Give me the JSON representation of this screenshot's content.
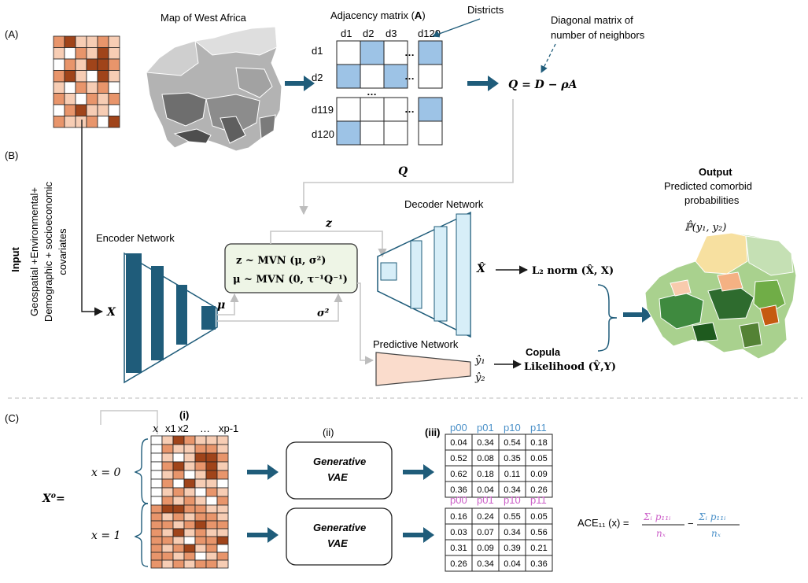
{
  "panels": {
    "a": "(A)",
    "b": "(B)",
    "c": "(C)"
  },
  "section_a": {
    "map_title": "Map of West Africa",
    "adj_title_pre": "Adjacency matrix (",
    "adj_title_bold": "A",
    "adj_title_post": ")",
    "col_labels": [
      "d1",
      "d2",
      "d3",
      "d120"
    ],
    "row_labels": [
      "d1",
      "d2",
      "d119",
      "d120"
    ],
    "ellipsis": "…",
    "districts_label": "Districts",
    "diag_label_1": "Diagonal matrix of",
    "diag_label_2": "number of neighbors",
    "q_equation": "Q = D − ρA"
  },
  "section_b": {
    "q_label": "Q",
    "input_label": "Input",
    "covariates_1": "Geospatial +Environmental+",
    "covariates_2": "Demographic + socioeconomic",
    "covariates_3": "covariates",
    "x_label": "X",
    "encoder_title": "Encoder Network",
    "z_label": "z",
    "mvn_line1": "z ~ MVN (μ, σ²)",
    "mvn_line2": "μ ~ MVN (0, τ⁻¹Q⁻¹)",
    "mu_label": "μ",
    "sigma_label": "σ²",
    "decoder_title": "Decoder Network",
    "xhat_label": "X̂",
    "l2_label": "L₂ norm (X̂, X)",
    "predictive_title": "Predictive Network",
    "y1_label": "ŷ₁",
    "y2_label": "ŷ₂",
    "copula_1": "Copula",
    "copula_2": "Likelihood (Ŷ,Y)",
    "output_title": "Output",
    "output_sub1": "Predicted comorbid",
    "output_sub2": "probabilities",
    "output_formula": "ℙ̂(y₁, y₂)"
  },
  "section_c": {
    "step_i": "(i)",
    "step_ii": "(ii)",
    "step_iii": "(iii)",
    "x_header": "x",
    "col_headers": [
      "x1",
      "x2",
      "…",
      "xp-1"
    ],
    "x0_label": "x = 0",
    "x1_label": "x = 1",
    "X0_label": "X⁰=",
    "generative_1": "Generative",
    "generative_2": "VAE",
    "prob_headers": [
      "p00",
      "p01",
      "p10",
      "p11"
    ],
    "table_top": [
      [
        "0.04",
        "0.34",
        "0.54",
        "0.18"
      ],
      [
        "0.52",
        "0.08",
        "0.35",
        "0.05"
      ],
      [
        "0.62",
        "0.18",
        "0.11",
        "0.09"
      ],
      [
        "0.36",
        "0.04",
        "0.34",
        "0.26"
      ]
    ],
    "table_bottom": [
      [
        "0.16",
        "0.24",
        "0.55",
        "0.05"
      ],
      [
        "0.03",
        "0.07",
        "0.34",
        "0.56"
      ],
      [
        "0.31",
        "0.09",
        "0.39",
        "0.21"
      ],
      [
        "0.26",
        "0.34",
        "0.04",
        "0.36"
      ]
    ],
    "ace_label": "ACE₁₁ (x) =",
    "ace_num": "Σᵢ p₁₁ᵢ",
    "ace_den": "nₓ",
    "ace_minus": "−"
  },
  "colors": {
    "arrow": "#1f5c7a",
    "encoder": "#1f5c7a",
    "decoder_fill": "#d7eef8",
    "blue_cell": "#9dc3e6",
    "predictive": "#fadccc",
    "mvn_fill": "#eef5e6",
    "pink": "#cc5fc8",
    "blue_text": "#4a90c8",
    "dark_cell": "#a0441a",
    "mid_cell": "#e8956b",
    "light_cell": "#f7cdb4"
  }
}
